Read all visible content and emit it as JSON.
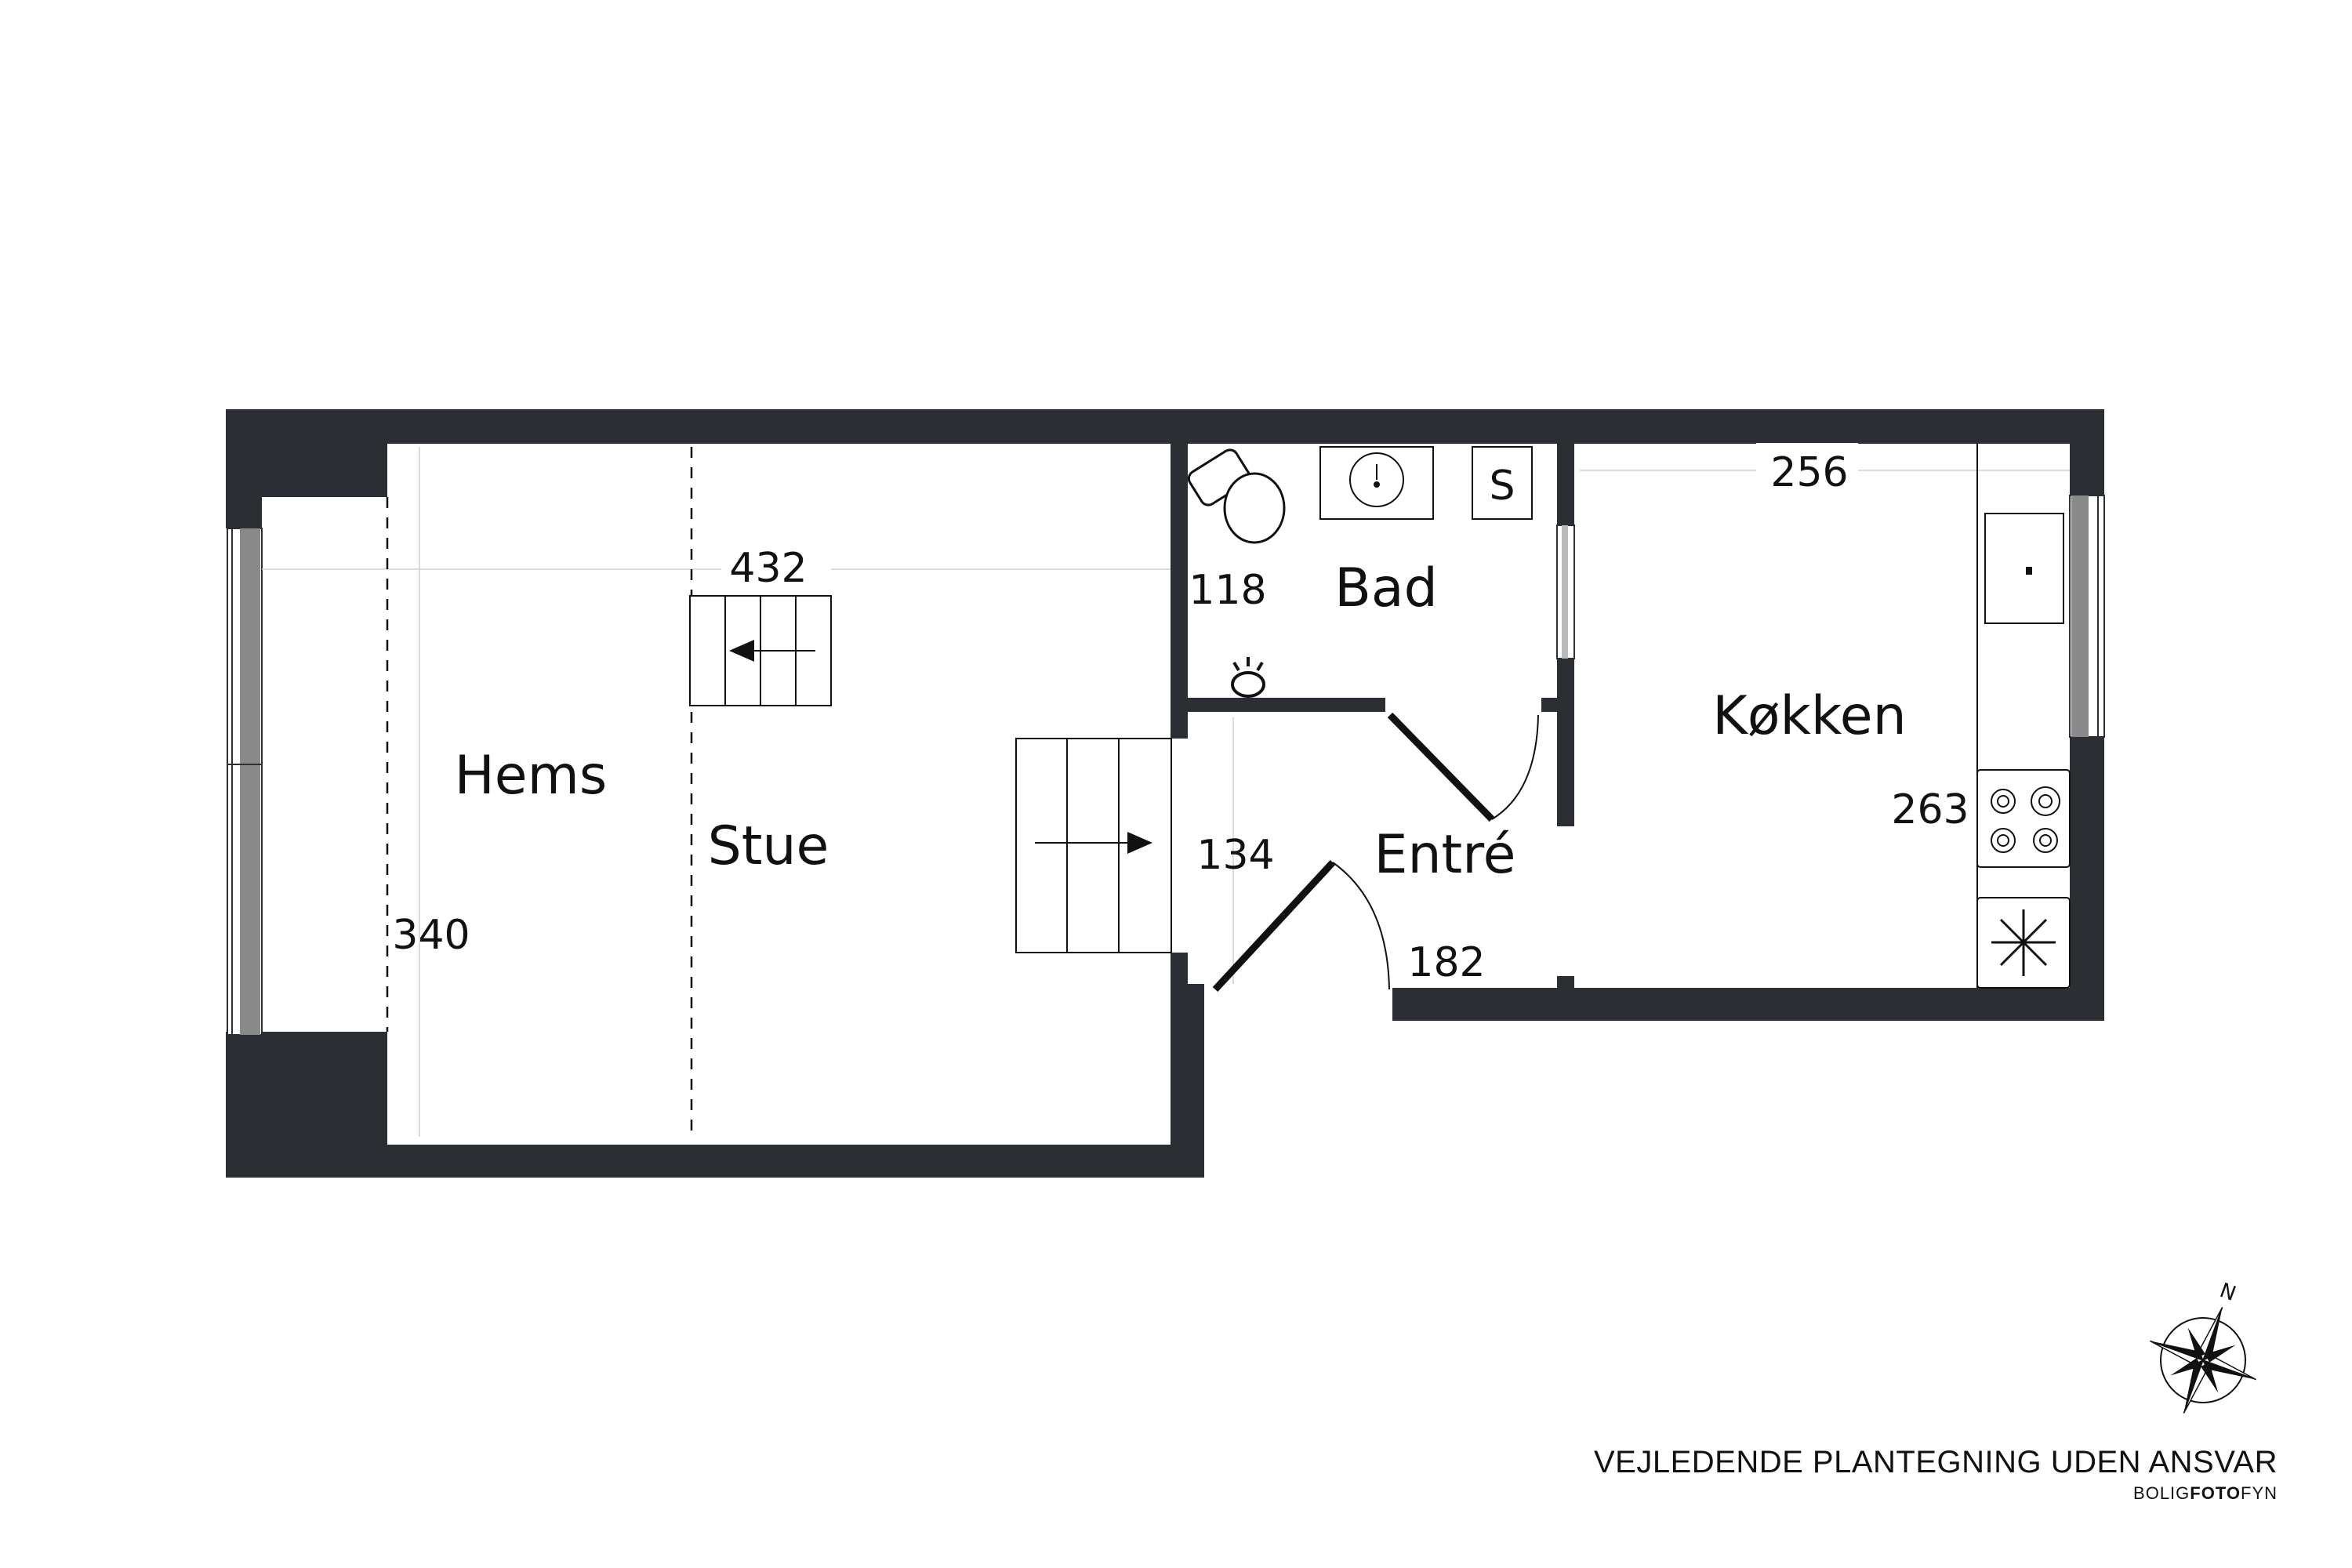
{
  "rooms": {
    "hems": "Hems",
    "stue": "Stue",
    "bad": "Bad",
    "entre": "Entré",
    "kokken": "Køkken"
  },
  "dimensions": {
    "stue_width": "432",
    "hems_height": "340",
    "bad_width": "118",
    "entre_height": "134",
    "entre_width": "182",
    "kokken_width": "256",
    "kokken_height": "263"
  },
  "fixtures": {
    "shower_label": "S"
  },
  "footer": {
    "disclaimer": "VEJLEDENDE PLANTEGNING UDEN ANSVAR",
    "brand_part1": "BOLIG",
    "brand_part2": "FOTO",
    "brand_part3": "FYN"
  },
  "compass": {
    "north_label": "N"
  },
  "colors": {
    "wall": "#2b2e32",
    "window": "#8a8a8a",
    "line": "#111111"
  }
}
